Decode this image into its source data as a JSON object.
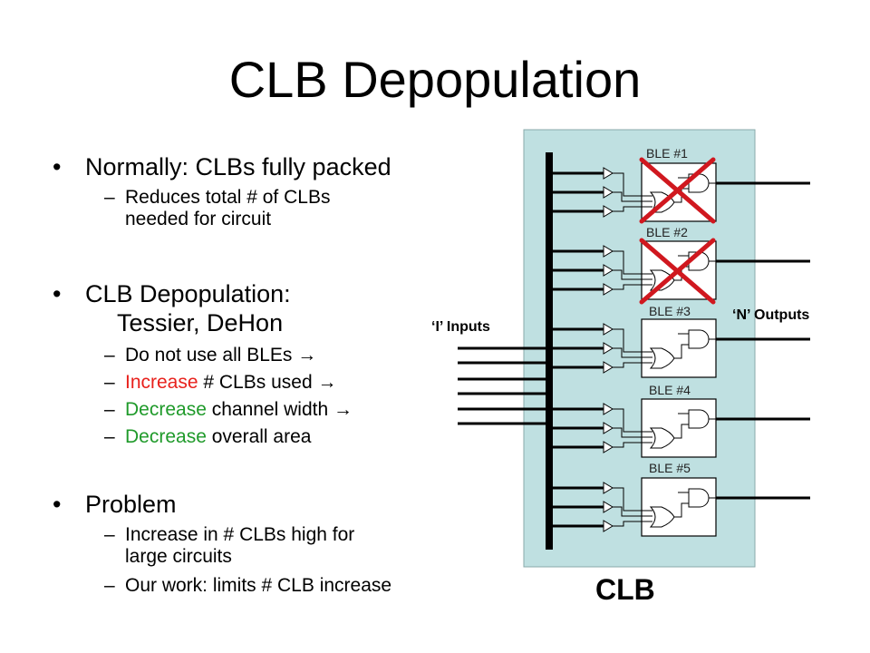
{
  "slide": {
    "title": "CLB Depopulation",
    "bullets": {
      "b1": "Normally: CLBs fully packed",
      "b1_sub1_line1": "Reduces total # of CLBs",
      "b1_sub1_line2": "needed for circuit",
      "b2_line1": "CLB Depopulation:",
      "b2_line2": "Tessier,   DeHon",
      "b2_sub1": "Do not use all BLEs",
      "b2_sub2_colored": "Increase",
      "b2_sub2_rest": " # CLBs used",
      "b2_sub3_colored": "Decrease",
      "b2_sub3_rest": " channel width",
      "b2_sub4_colored": "Decrease",
      "b2_sub4_rest": " overall area",
      "b3": "Problem",
      "b3_sub1_line1": "Increase in # CLBs high for",
      "b3_sub1_line2": "large circuits",
      "b3_sub2": "Our work: limits # CLB increase"
    },
    "bullet_glyph": "•",
    "dash_glyph": "–",
    "arrow_glyph": "→",
    "colors": {
      "red": "#e8211c",
      "green": "#1f9a2a",
      "clb_fill": "#bfe0e1"
    }
  },
  "diagram": {
    "clb_label": "CLB",
    "inputs_label": "‘I’ Inputs",
    "outputs_label": "‘N’ Outputs",
    "bles": [
      "BLE #1",
      "BLE #2",
      "BLE #3",
      "BLE #4",
      "BLE #5"
    ],
    "crossed_out": [
      "BLE #1",
      "BLE #2"
    ]
  }
}
